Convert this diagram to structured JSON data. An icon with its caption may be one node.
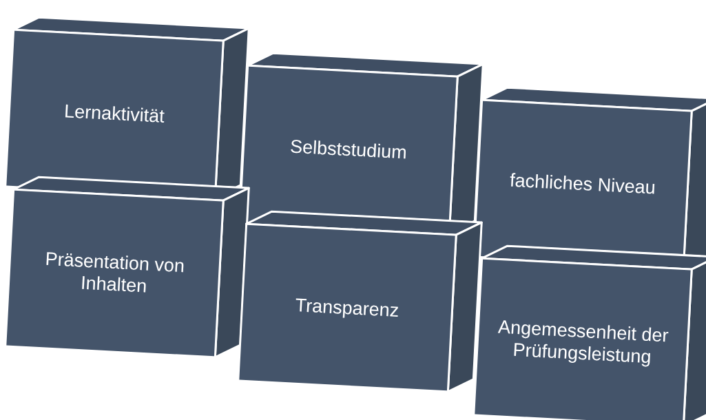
{
  "diagram": {
    "nodes": [
      {
        "text": [
          "Lernaktivität"
        ]
      },
      {
        "text": [
          "Selbststudium"
        ]
      },
      {
        "text": [
          "fachliches Niveau"
        ]
      },
      {
        "text": [
          "Präsentation von Inhalten"
        ]
      },
      {
        "text": [
          "Transparenz"
        ]
      },
      {
        "text": [
          "Angemessenheit der Prüfungsleistung"
        ]
      }
    ]
  }
}
